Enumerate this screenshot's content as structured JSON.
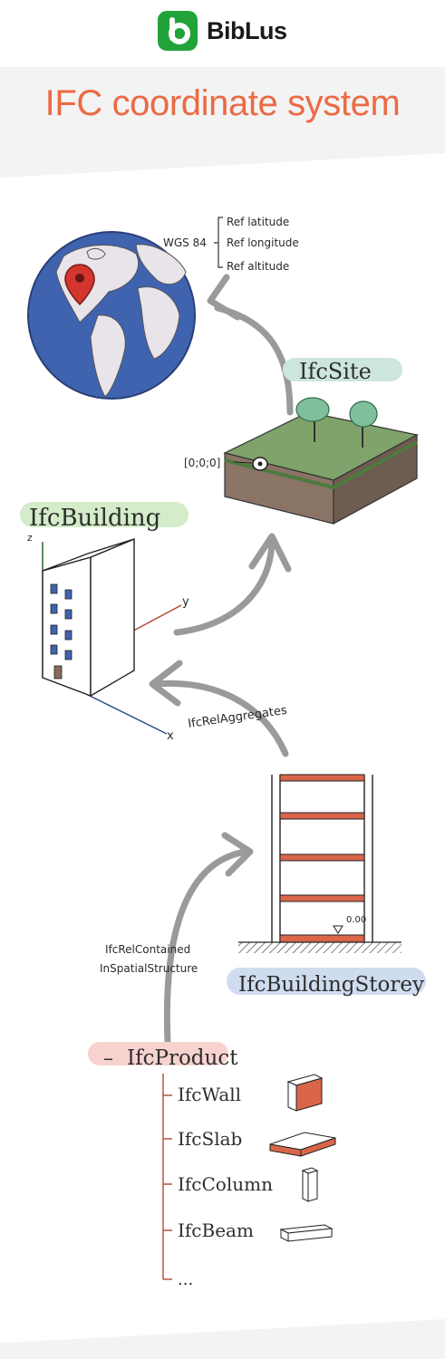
{
  "brand": {
    "name": "BibLus",
    "color": "#21a33a"
  },
  "title": "IFC coordinate system",
  "colors": {
    "title": "#ec6a44",
    "arrow": "#9a9a9a",
    "site_highlight": "#cde6dd",
    "building_highlight": "#d4ecc9",
    "storey_highlight": "#cfdcef",
    "product_highlight": "#f7d2cf",
    "slab_red": "#d9664a"
  },
  "globe": {
    "system": "WGS 84",
    "refs": [
      "Ref latitude",
      "Ref longitude",
      "Ref altitude"
    ],
    "icon": "map-pin-icon"
  },
  "site": {
    "label": "IfcSite",
    "origin": "[0;0;0]"
  },
  "building": {
    "label": "IfcBuilding",
    "axes": {
      "z": "z",
      "y": "y",
      "x": "x"
    }
  },
  "relations": {
    "aggregates": "IfcRelAggregates",
    "contained_line1": "IfcRelContained",
    "contained_line2": "InSpatialStructure"
  },
  "storey": {
    "label": "IfcBuildingStorey",
    "elevation": "0.00"
  },
  "product": {
    "label": "IfcProduct",
    "dash": "–",
    "children": [
      "IfcWall",
      "IfcSlab",
      "IfcColumn",
      "IfcBeam"
    ],
    "more": "..."
  }
}
